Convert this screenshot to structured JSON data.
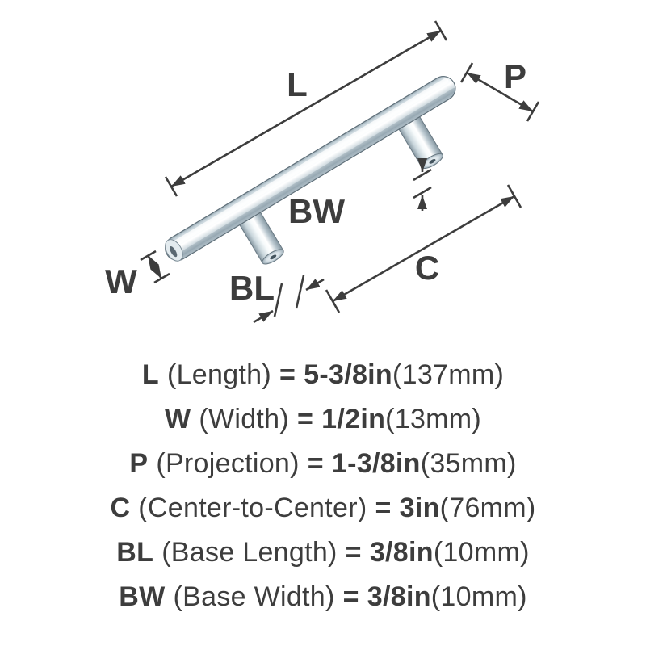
{
  "diagram": {
    "labels": {
      "length": "L",
      "projection": "P",
      "width": "W",
      "base_width": "BW",
      "center_to_center": "C",
      "base_length": "BL"
    }
  },
  "specs": [
    {
      "symbol": "L",
      "name": "(Length)",
      "equals": "=",
      "value": "5-3/8in",
      "metric": "(137mm)"
    },
    {
      "symbol": "W",
      "name": "(Width)",
      "equals": "=",
      "value": "1/2in",
      "metric": "(13mm)"
    },
    {
      "symbol": "P",
      "name": "(Projection)",
      "equals": "=",
      "value": "1-3/8in",
      "metric": "(35mm)"
    },
    {
      "symbol": "C",
      "name": "(Center-to-Center)",
      "equals": "=",
      "value": "3in",
      "metric": "(76mm)"
    },
    {
      "symbol": "BL",
      "name": "(Base Length)",
      "equals": "=",
      "value": "3/8in",
      "metric": "(10mm)"
    },
    {
      "symbol": "BW",
      "name": "(Base Width)",
      "equals": "=",
      "value": "3/8in",
      "metric": "(10mm)"
    }
  ],
  "colors": {
    "ink": "#3d3d3d",
    "chrome_highlight": "#ffffff",
    "chrome_shadow": "#8da0aa",
    "background": "#ffffff"
  }
}
